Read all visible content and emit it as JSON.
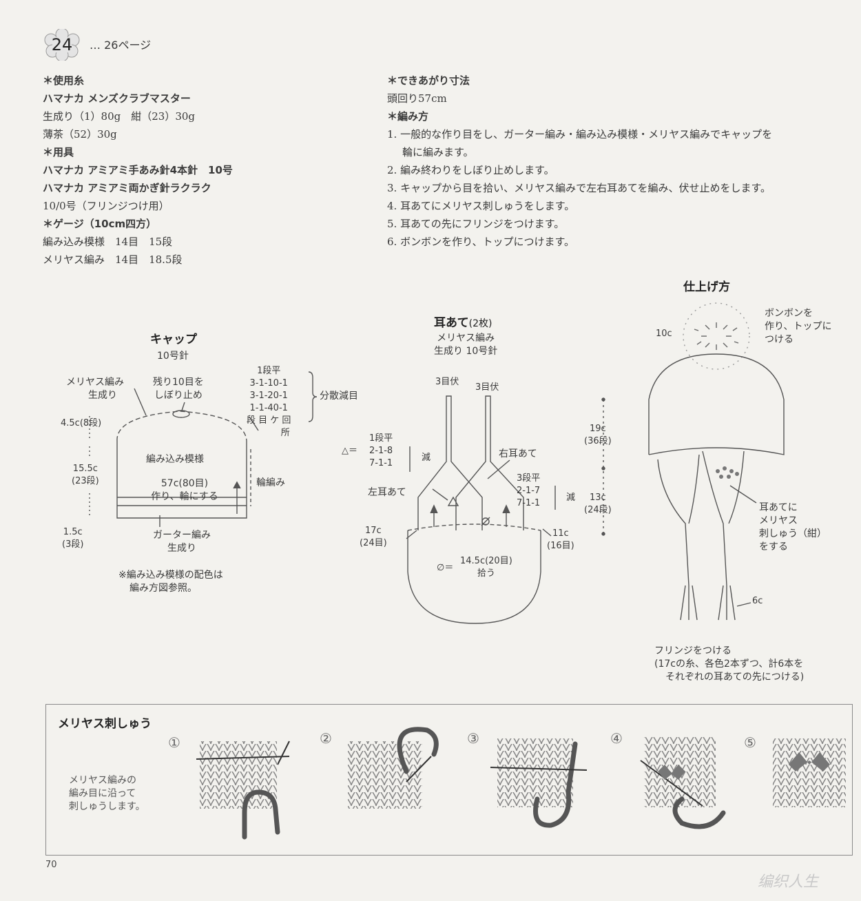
{
  "header": {
    "pattern_number": "24",
    "page_ref": "… 26ページ"
  },
  "materials": {
    "yarn_heading": "＊使用糸",
    "yarn_brand": "ハマナカ メンズクラブマスター",
    "yarn_line1": "生成り（1）80g　紺（23）30g",
    "yarn_line2": "薄茶（52）30g",
    "tools_heading": "＊用具",
    "tool_line1": "ハマナカ アミアミ手あみ針4本針　10号",
    "tool_line2": "ハマナカ アミアミ両かぎ針ラクラク",
    "tool_line3": "10/0号（フリンジつけ用）",
    "gauge_heading": "＊ゲージ（10cm四方）",
    "gauge_line1": "編み込み模様　14目　15段",
    "gauge_line2": "メリヤス編み　14目　18.5段"
  },
  "finish": {
    "size_heading": "＊できあがり寸法",
    "size_value": "頭回り57cm",
    "method_heading": "＊編み方",
    "steps": [
      "1. 一般的な作り目をし、ガーター編み・編み込み模様・メリヤス編みでキャップを",
      "輪に編みます。",
      "2. 編み終わりをしぼり止めします。",
      "3. キャップから目を拾い、メリヤス編みで左右耳あてを編み、伏せ止めをします。",
      "4. 耳あてにメリヤス刺しゅうをします。",
      "5. 耳あての先にフリンジをつけます。",
      "6. ボンボンを作り、トップにつけます。"
    ]
  },
  "cap": {
    "title": "キャップ",
    "needle": "10号針",
    "stockinette_label": "メリヤス編み",
    "stockinette_color": "生成り",
    "gather_1": "残り10目を",
    "gather_2": "しぼり止め",
    "dec_rows": [
      "1段平",
      "3-1-10-1",
      "3-1-20-1",
      "1-1-40-1"
    ],
    "dec_legend": "段 目 ケ 回",
    "dec_legend2": "所",
    "dec_name": "分散減目",
    "dim_top": "4.5c(8段)",
    "dim_mid1": "15.5c",
    "dim_mid2": "(23段)",
    "dim_bot1": "1.5c",
    "dim_bot2": "(3段)",
    "pattern_label": "編み込み模様",
    "cast_on1": "57c(80目)",
    "cast_on2": "作り、輪にする",
    "rib_label": "輪編み",
    "garter_label": "ガーター編み",
    "garter_color": "生成り",
    "note1": "※編み込み模様の配色は",
    "note2": "編み方図参照。"
  },
  "earflap": {
    "title": "耳あて",
    "title_count": "(2枚)",
    "sub1": "メリヤス編み",
    "sub2": "生成り 10号針",
    "bind_left": "3目伏",
    "bind_right": "3目伏",
    "tri_rows": [
      "1段平",
      "2-1-8",
      "7-1-1"
    ],
    "tri_symbol": "△＝",
    "dec_word": "減",
    "right_label": "右耳あて",
    "left_label": "左耳あて",
    "r_rows": [
      "3段平",
      "2-1-7",
      "7-1-1"
    ],
    "r_dec": "減",
    "dim_l1": "17c",
    "dim_l2": "(24目)",
    "dim_r1": "11c",
    "dim_r2": "(16目)",
    "pick_symbol": "∅＝",
    "pick1": "14.5c(20目)",
    "pick2": "拾う",
    "dim_h1": "19c",
    "dim_h1b": "(36段)",
    "dim_h2": "13c",
    "dim_h2b": "(24段)"
  },
  "finishing": {
    "title": "仕上げ方",
    "pompom_size": "10c",
    "pompom1": "ボンボンを",
    "pompom2": "作り、トップに",
    "pompom3": "つける",
    "emb1": "耳あてに",
    "emb2": "メリヤス",
    "emb3": "刺しゅう（紺）",
    "emb4": "をする",
    "fringe_len": "6c",
    "fringe1": "フリンジをつける",
    "fringe2": "(17cの糸、各色2本ずつ、計6本を",
    "fringe3": "それぞれの耳あての先につける)"
  },
  "duplicate_stitch": {
    "title": "メリヤス刺しゅう",
    "desc1": "メリヤス編みの",
    "desc2": "編み目に沿って",
    "desc3": "刺しゅうします。",
    "steps": [
      "①",
      "②",
      "③",
      "④",
      "⑤"
    ]
  },
  "footer": {
    "page_number": "70",
    "watermark": "编织人生"
  }
}
